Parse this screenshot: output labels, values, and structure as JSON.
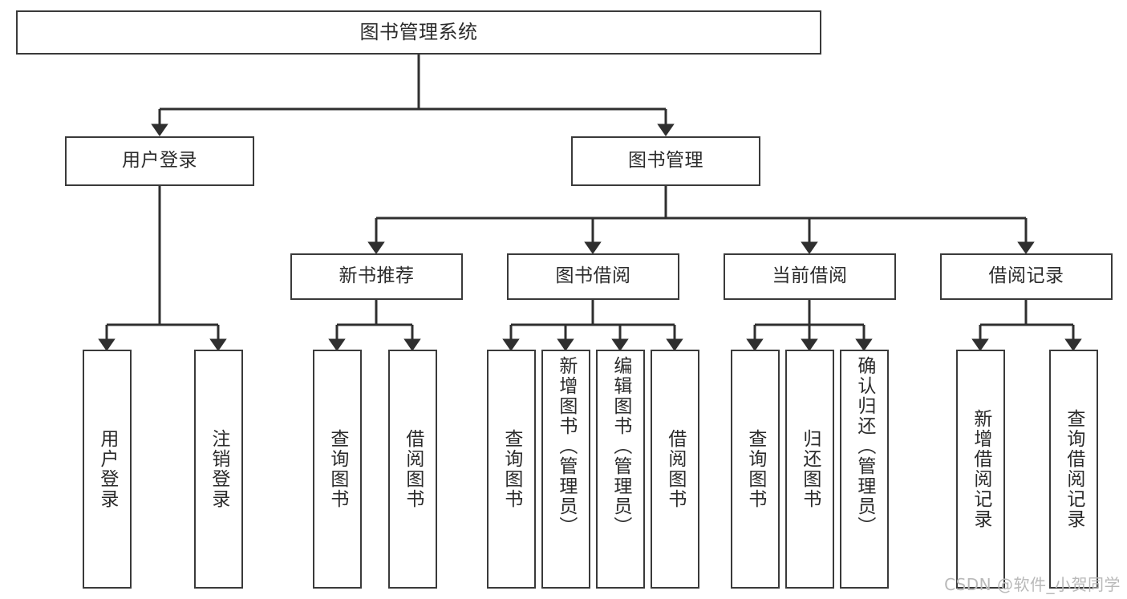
{
  "diagram": {
    "title": "图书管理系统",
    "type": "tree-hierarchy",
    "levels": {
      "root": {
        "label": "图书管理系统"
      },
      "level2": [
        {
          "label": "用户登录"
        },
        {
          "label": "图书管理"
        }
      ],
      "level3": [
        {
          "label": "新书推荐"
        },
        {
          "label": "图书借阅"
        },
        {
          "label": "当前借阅"
        },
        {
          "label": "借阅记录"
        }
      ],
      "leaves": {
        "user_login": [
          {
            "label": "用户登录"
          },
          {
            "label": "注销登录"
          }
        ],
        "new_book_recommend": [
          {
            "label": "查询图书"
          },
          {
            "label": "借阅图书"
          }
        ],
        "book_borrow": [
          {
            "label": "查询图书"
          },
          {
            "label": "新增图书（管理员）"
          },
          {
            "label": "编辑图书（管理员）"
          },
          {
            "label": "借阅图书"
          }
        ],
        "current_borrow": [
          {
            "label": "查询图书"
          },
          {
            "label": "归还图书"
          },
          {
            "label": "确认归还（管理员）"
          }
        ],
        "borrow_record": [
          {
            "label": "新增借阅记录"
          },
          {
            "label": "查询借阅记录"
          }
        ]
      }
    }
  },
  "watermark": {
    "text": "CSDN @软件_小贺同学"
  },
  "colors": {
    "stroke": "#3a3a3a",
    "text": "#2b2b2b",
    "background": "#ffffff",
    "watermark": "#b9b9b9"
  }
}
